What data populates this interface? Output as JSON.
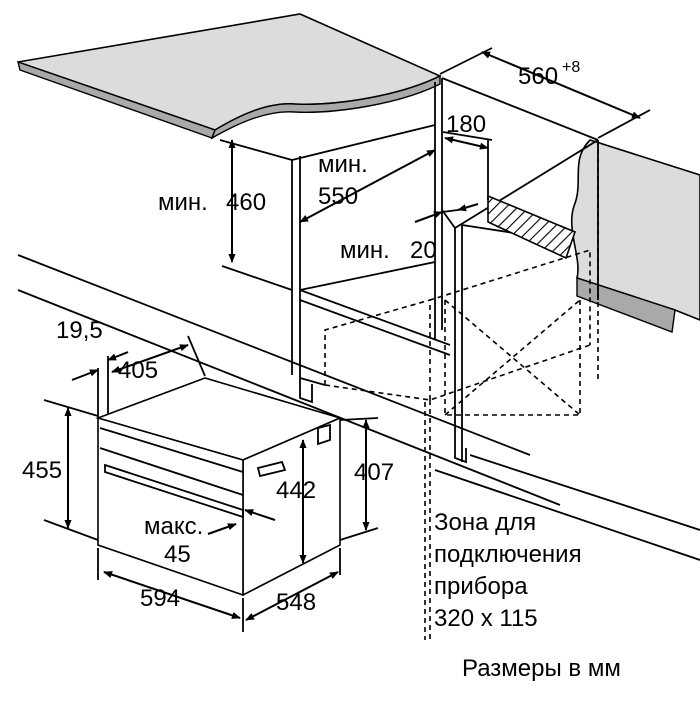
{
  "dimensions": {
    "cabinet_width": "560",
    "cabinet_width_tolerance": "+8",
    "vent_depth": "180",
    "min_opening_height_prefix": "мин.",
    "min_opening_height": "460",
    "min_depth_prefix": "мин.",
    "min_depth": "550",
    "min_gap_prefix": "мин.",
    "min_gap": "20",
    "front_offset": "19,5",
    "top_depth": "405",
    "overall_height": "455",
    "niche_height": "442",
    "body_height": "407",
    "max_label": "макс.",
    "max_value": "45",
    "overall_width": "594",
    "body_depth": "548"
  },
  "connection_zone": {
    "line1": "Зона для",
    "line2": "подключения",
    "line3": "прибора",
    "line4": "320 x 115"
  },
  "units_note": "Размеры в мм"
}
